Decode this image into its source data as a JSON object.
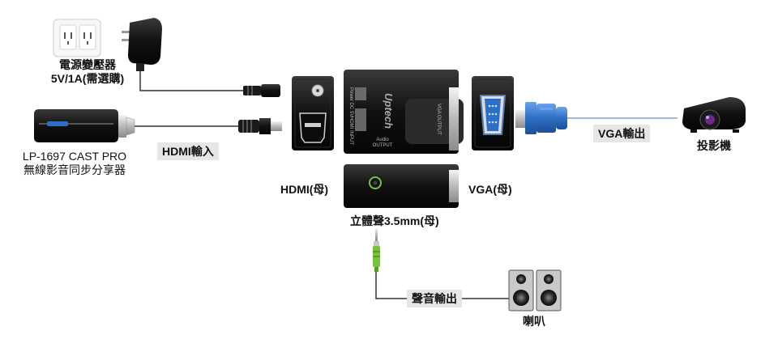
{
  "labels": {
    "power_adapter_line1": "電源變壓器",
    "power_adapter_line2_prefix": "5V/1A",
    "power_adapter_line2_note": "(需選購)",
    "source_device_line1": "LP-1697 CAST PRO",
    "source_device_line2": "無線影音同步分享器",
    "hdmi_input": "HDMI輸入",
    "hdmi_female": "HDMI(母)",
    "vga_female": "VGA(母)",
    "vga_output": "VGA輸出",
    "projector": "投影機",
    "stereo_female": "立體聲3.5mm(母)",
    "audio_output": "聲音輸出",
    "speakers": "喇叭"
  },
  "device_print": {
    "brand": "Uptech",
    "power": "Power DC 5V",
    "hdmi_input": "HDMI INPUT",
    "vga_output": "VGA OUTPUT",
    "audio_output_line1": "Audio",
    "audio_output_line2": "OUTPUT"
  },
  "colors": {
    "accent_red": "#e0202a",
    "vga_blue": "#2d6fc4",
    "audio_green": "#7ac143",
    "device_body": "#111111",
    "tag_bg": "#e6e6e6"
  }
}
